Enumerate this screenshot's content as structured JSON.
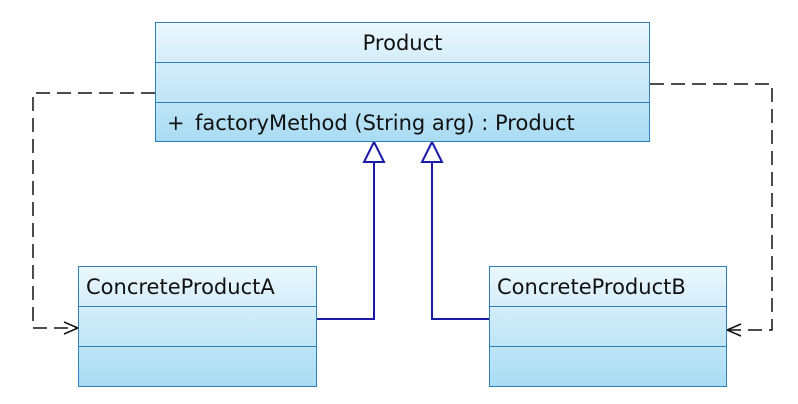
{
  "diagram": {
    "classes": {
      "product": {
        "name": "Product",
        "operation": {
          "visibility": "+",
          "signature": "factoryMethod (String arg) : Product"
        }
      },
      "concrete_a": {
        "name": "ConcreteProductA"
      },
      "concrete_b": {
        "name": "ConcreteProductB"
      }
    },
    "colors": {
      "class_border": "#2f7fb8",
      "class_fill_top": "#eaf7fd",
      "class_fill_bottom": "#a9dcf3",
      "inheritance_line": "#1a1aa6",
      "dependency_line": "#111111"
    },
    "relationships": [
      {
        "type": "generalization",
        "from": "ConcreteProductA",
        "to": "Product"
      },
      {
        "type": "generalization",
        "from": "ConcreteProductB",
        "to": "Product"
      },
      {
        "type": "dependency",
        "from": "Product",
        "to": "ConcreteProductA"
      },
      {
        "type": "dependency",
        "from": "Product",
        "to": "ConcreteProductB"
      }
    ]
  }
}
